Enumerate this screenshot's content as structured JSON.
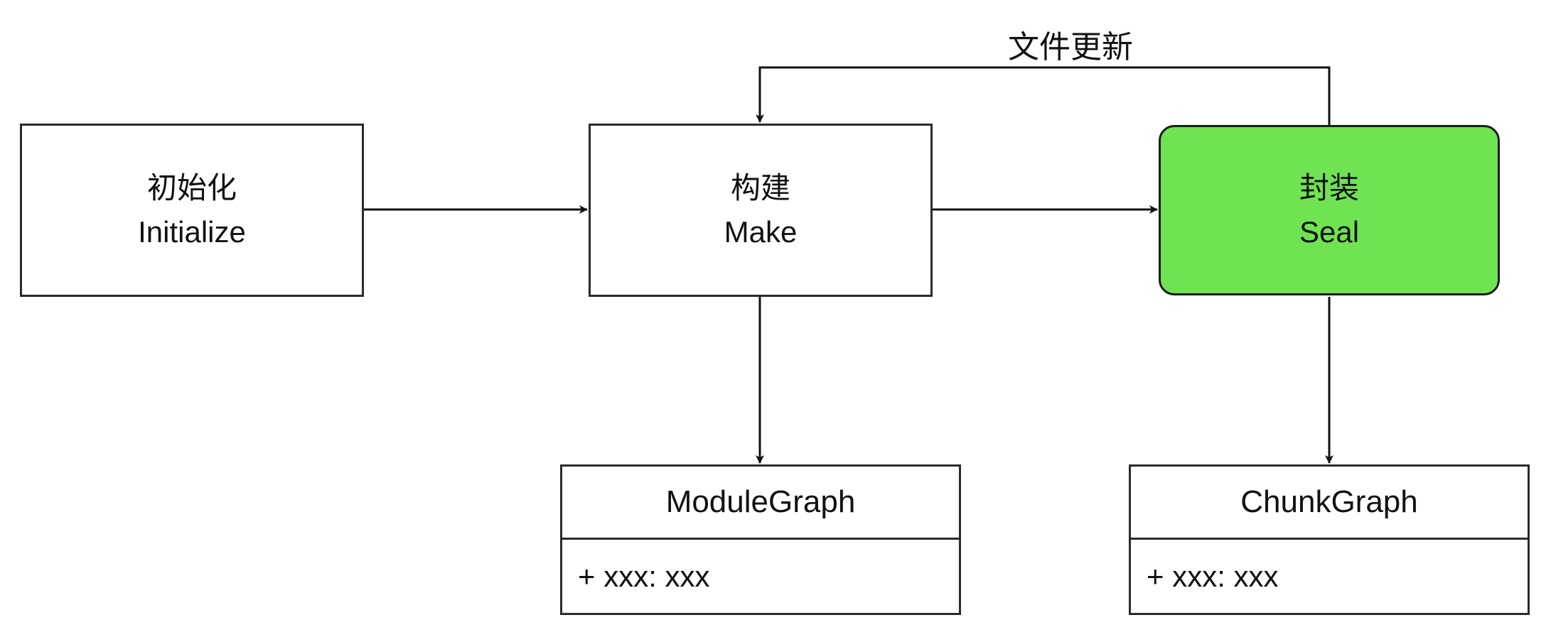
{
  "nodes": {
    "initialize": {
      "label_cn": "初始化",
      "label_en": "Initialize"
    },
    "make": {
      "label_cn": "构建",
      "label_en": "Make"
    },
    "seal": {
      "label_cn": "封装",
      "label_en": "Seal"
    }
  },
  "uml_classes": {
    "module_graph": {
      "title": "ModuleGraph",
      "attribute": "+ xxx: xxx"
    },
    "chunk_graph": {
      "title": "ChunkGraph",
      "attribute": "+ xxx: xxx"
    }
  },
  "edge_labels": {
    "file_update": "文件更新"
  },
  "colors": {
    "highlight": "#6fe351",
    "stroke": "#2b2b2b",
    "background": "#ffffff"
  }
}
